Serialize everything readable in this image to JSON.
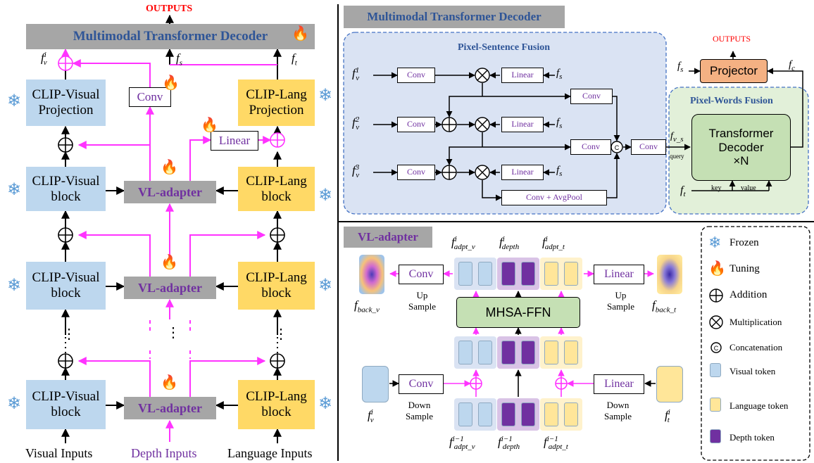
{
  "left": {
    "outputs": "OUTPUTS",
    "mtd_title": "Multimodal Transformer Decoder",
    "clip_visual_projection": "CLIP-Visual\nProjection",
    "clip_lang_projection": "CLIP-Lang\nProjection",
    "clip_visual_block": "CLIP-Visual\nblock",
    "clip_lang_block": "CLIP-Lang\nblock",
    "vl_adapter": "VL-adapter",
    "conv": "Conv",
    "linear": "Linear",
    "fv_label": "f",
    "fv_sup": "i",
    "fv_sub": "v",
    "fs_label": "f",
    "fs_sub": "s",
    "ft_label": "f",
    "ft_sub": "t",
    "visual_inputs": "Visual Inputs",
    "depth_inputs": "Depth Inputs",
    "language_inputs": "Language Inputs",
    "vdots": "⋮"
  },
  "top_right": {
    "title": "Multimodal Transformer Decoder",
    "psf_title": "Pixel-Sentence Fusion",
    "pwf_title": "Pixel-Words Fusion",
    "conv": "Conv",
    "linear": "Linear",
    "conv_avgpool": "Conv + AvgPool",
    "projector": "Projector",
    "outputs": "OUTPUTS",
    "transformer_decoder": "Transformer\nDecoder\n×N",
    "query": "query",
    "key": "key",
    "value": "value",
    "concat_symbol": "C",
    "fv1_sup": "1",
    "fv2_sup": "2",
    "fv3_sup": "3",
    "fv_sub": "v",
    "fs_sub": "s",
    "fc_sub": "c",
    "ft_sub": "t",
    "fvs_sub": "v_s",
    "f": "f"
  },
  "bottom_right": {
    "title": "VL-adapter",
    "mhsa_ffn": "MHSA-FFN",
    "conv": "Conv",
    "linear": "Linear",
    "up_sample": "Up\nSample",
    "down_sample": "Down\nSample",
    "f": "f",
    "adpt_v_sup": "i",
    "adpt_v_sub": "adpt_v",
    "depth_sup": "i",
    "depth_sub": "depth",
    "adpt_t_sup": "i",
    "adpt_t_sub": "adpt_t",
    "adpt_v_prev_sup": "i−1",
    "depth_prev_sup": "i−1",
    "adpt_t_prev_sup": "i−1",
    "back_v_sub": "back_v",
    "back_t_sub": "back_t",
    "fv_sup": "i",
    "fv_sub": "v",
    "ft_sup": "i",
    "ft_sub": "t"
  },
  "legend": {
    "frozen": "Frozen",
    "tuning": "Tuning",
    "addition": "Addition",
    "multiplication": "Multiplication",
    "concatenation": "Concatenation",
    "visual_token": "Visual token",
    "language_token": "Language token",
    "depth_token": "Depth token"
  },
  "icons": {
    "frozen": "snowflake-icon",
    "tuning": "fire-icon"
  },
  "colors": {
    "visual_token": "#bdd7ee",
    "language_token": "#ffe699",
    "depth_token": "#7030a0",
    "flow": "#ff33ff",
    "outputs": "#ff0000",
    "projector": "#f4b183",
    "transformer_decoder": "#c5e0b4",
    "adapter_gray": "#a6a6a6",
    "psf_panel": "#dae3f3",
    "pwf_panel": "#e2f0d9"
  }
}
